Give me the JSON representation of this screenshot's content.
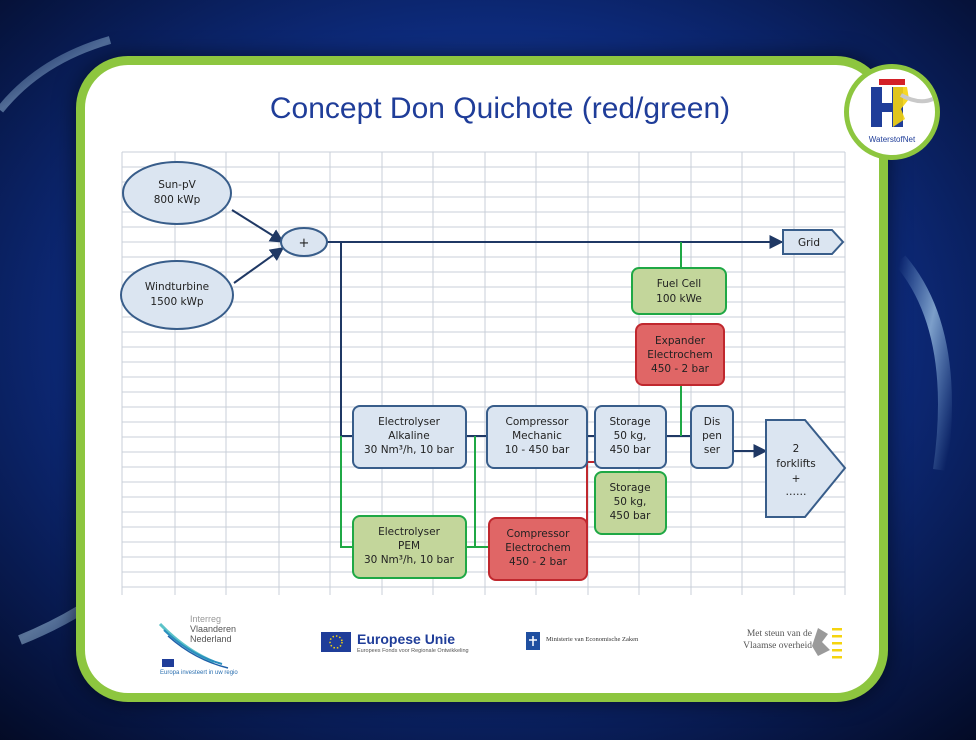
{
  "slide": {
    "title": "Concept Don Quichote (red/green)",
    "logo_text": "WaterstofNet"
  },
  "diagram": {
    "nodes": {
      "sun_pv": [
        "Sun-pV",
        "800 kWp"
      ],
      "windturbine": [
        "Windturbine",
        "1500 kWp"
      ],
      "sum": [
        "+"
      ],
      "grid": [
        "Grid"
      ],
      "fuel_cell": [
        "Fuel Cell",
        "100 kWe"
      ],
      "expander": [
        "Expander",
        "Electrochem",
        "450 - 2 bar"
      ],
      "electrolyser_alkaline": [
        "Electrolyser",
        "Alkaline",
        "30 Nm³/h, 10 bar"
      ],
      "compressor_mechanic": [
        "Compressor",
        "Mechanic",
        "10 - 450 bar"
      ],
      "storage_1": [
        "Storage",
        "50 kg,",
        "450 bar"
      ],
      "dispenser": [
        "Dis",
        "pen",
        "ser"
      ],
      "forklifts": [
        "2",
        "forklifts",
        "+",
        "……"
      ],
      "storage_2": [
        "Storage",
        "50 kg,",
        "450 bar"
      ],
      "electrolyser_pem": [
        "Electrolyser",
        "PEM",
        "30 Nm³/h, 10 bar"
      ],
      "compressor_electrochem": [
        "Compressor",
        "Electrochem",
        "450 - 2 bar"
      ]
    },
    "colors": {
      "blue_fill": "#dbe5f1",
      "blue_stroke": "#385d8a",
      "green_fill": "#c3d69b",
      "green_stroke": "#1fa845",
      "red_fill": "#e06666",
      "red_stroke": "#c0282e",
      "trunk_line": "#1f3864"
    }
  },
  "footer": {
    "interreg": [
      "Interreg",
      "Vlaanderen",
      "Nederland"
    ],
    "interreg_tagline": "Europa investeert in uw regio",
    "eu_title": "Europese Unie",
    "eu_subtitle": "Europees Fonds voor Regionale Ontwikkeling",
    "ministerie": "Ministerie van Economische Zaken",
    "vlaamse": [
      "Met steun van de",
      "Vlaamse overheid"
    ]
  }
}
